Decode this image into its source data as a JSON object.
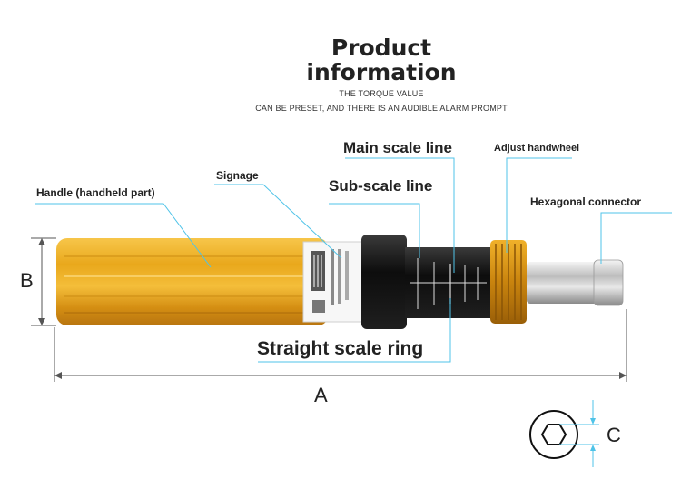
{
  "header": {
    "title_line1": "Product",
    "title_line2": "information",
    "subtitle_line1": "THE TORQUE VALUE",
    "subtitle_line2": "CAN BE PRESET, AND THERE IS AN AUDIBLE ALARM PROMPT"
  },
  "labels": {
    "handle": "Handle (handheld part)",
    "signage": "Signage",
    "main_scale_line": "Main scale line",
    "sub_scale_line": "Sub-scale line",
    "adjust_handwheel": "Adjust handwheel",
    "hexagonal_connector": "Hexagonal connector",
    "straight_scale_ring": "Straight scale ring"
  },
  "dimensions": {
    "a": "A",
    "b": "B",
    "c": "C"
  },
  "colors": {
    "handle_gold": "#E0A21A",
    "leader_line": "#4FC3E8",
    "dimension_line": "#555555",
    "scale_black": "#111111"
  },
  "icons": [
    "hexagon-socket-icon"
  ]
}
